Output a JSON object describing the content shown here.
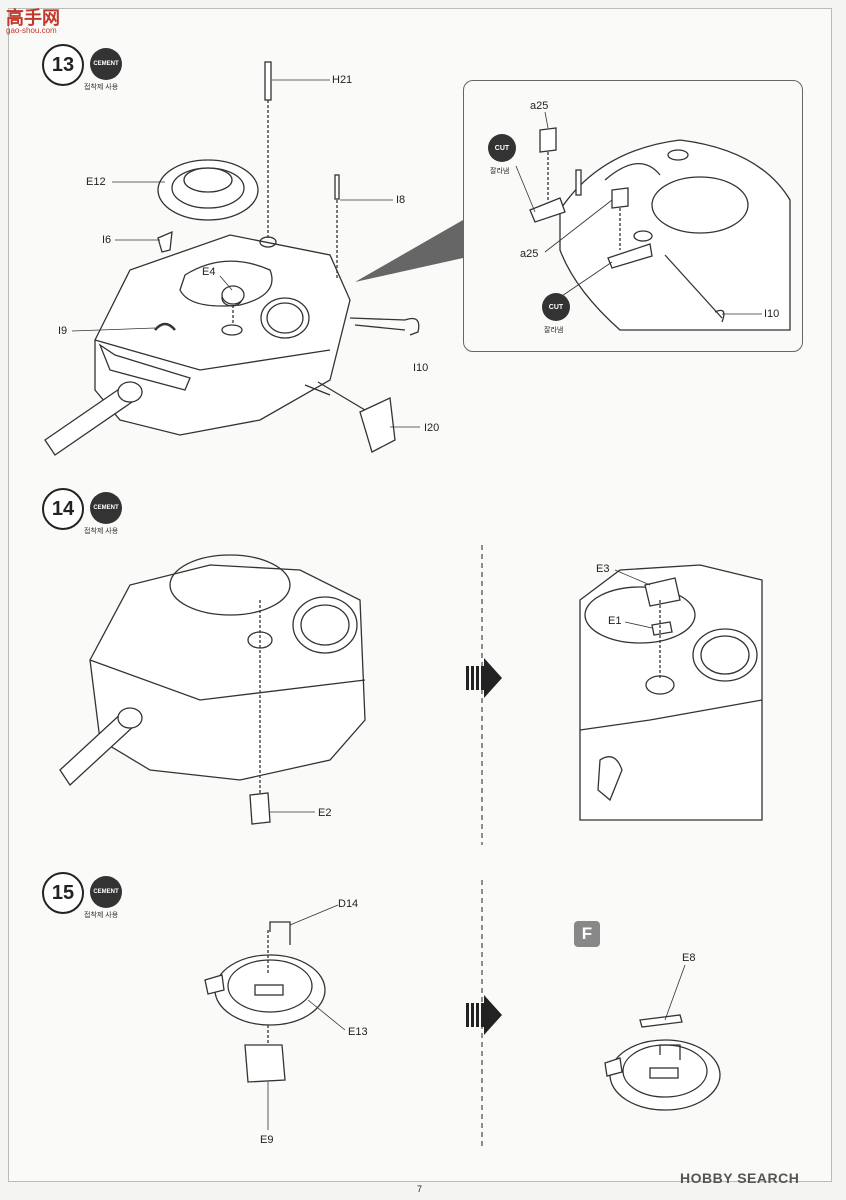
{
  "header": {
    "logo": "高手网",
    "logo_sub": "gao-shou.com"
  },
  "steps": [
    {
      "number": "13",
      "cement_label": "CEMENT",
      "cement_sub": "접착제 사용"
    },
    {
      "number": "14",
      "cement_label": "CEMENT",
      "cement_sub": "접착제 사용"
    },
    {
      "number": "15",
      "cement_label": "CEMENT",
      "cement_sub": "접착제 사용"
    }
  ],
  "step13_parts": [
    "H21",
    "E12",
    "I8",
    "I6",
    "E4",
    "I9",
    "I10",
    "I20"
  ],
  "inset": {
    "parts": [
      "a25",
      "a25",
      "I10"
    ],
    "cut_label": "CUT",
    "cut_sub": "잘라냄"
  },
  "step14_parts": [
    "E2",
    "E3",
    "E1"
  ],
  "step15_parts": [
    "D14",
    "E13",
    "E9",
    "E8"
  ],
  "step15_badge": "F",
  "footer": {
    "page": "7",
    "watermark": "HOBBY SEARCH"
  }
}
